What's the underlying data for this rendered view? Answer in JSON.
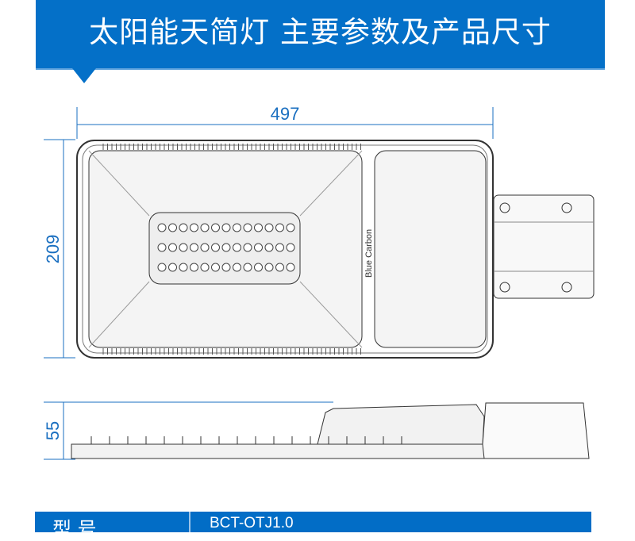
{
  "header": {
    "title": "太阳能天简灯 主要参数及产品尺寸"
  },
  "drawing": {
    "width_label": "497",
    "height_label": "209",
    "side_height_label": "55",
    "brand_text": "Blue Carbon"
  },
  "spec": {
    "model_label": "型 号",
    "model_value": "BCT-OTJ1.0"
  },
  "colors": {
    "banner": "#0470c8",
    "dimension": "#1a6fc0"
  }
}
